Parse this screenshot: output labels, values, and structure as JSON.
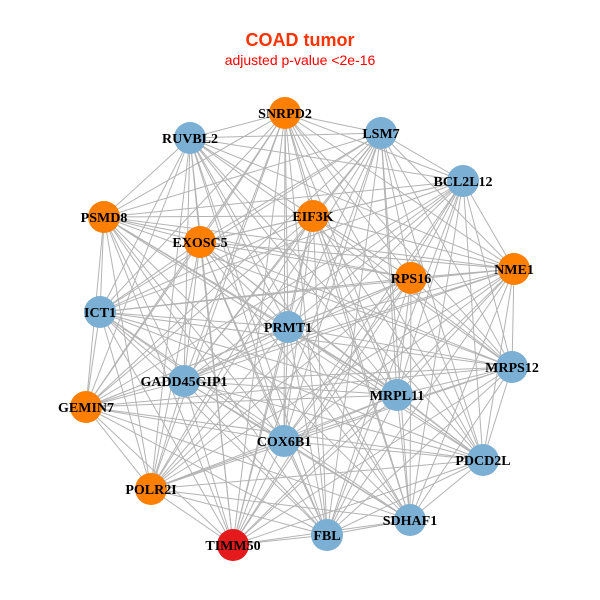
{
  "title": "COAD tumor",
  "subtitle": "adjusted p-value <2e-16",
  "colors": {
    "up": "#FF7F00",
    "down": "#7BAFD4",
    "hub": "#E41A1C",
    "edge": "#B3B3B3"
  },
  "nodes": [
    {
      "id": "SNRPD2",
      "group": "up"
    },
    {
      "id": "RUVBL2",
      "group": "down"
    },
    {
      "id": "LSM7",
      "group": "down"
    },
    {
      "id": "BCL2L12",
      "group": "down"
    },
    {
      "id": "PSMD8",
      "group": "up"
    },
    {
      "id": "EIF3K",
      "group": "up"
    },
    {
      "id": "EXOSC5",
      "group": "up"
    },
    {
      "id": "NME1",
      "group": "up"
    },
    {
      "id": "RPS16",
      "group": "up"
    },
    {
      "id": "ICT1",
      "group": "down"
    },
    {
      "id": "PRMT1",
      "group": "down"
    },
    {
      "id": "MRPS12",
      "group": "down"
    },
    {
      "id": "GADD45GIP1",
      "group": "down"
    },
    {
      "id": "MRPL11",
      "group": "down"
    },
    {
      "id": "GEMIN7",
      "group": "up"
    },
    {
      "id": "COX6B1",
      "group": "down"
    },
    {
      "id": "PDCD2L",
      "group": "down"
    },
    {
      "id": "POLR2I",
      "group": "up"
    },
    {
      "id": "SDHAF1",
      "group": "down"
    },
    {
      "id": "FBL",
      "group": "down"
    },
    {
      "id": "TIMM50",
      "group": "hub"
    }
  ],
  "edges": "all-pairs"
}
